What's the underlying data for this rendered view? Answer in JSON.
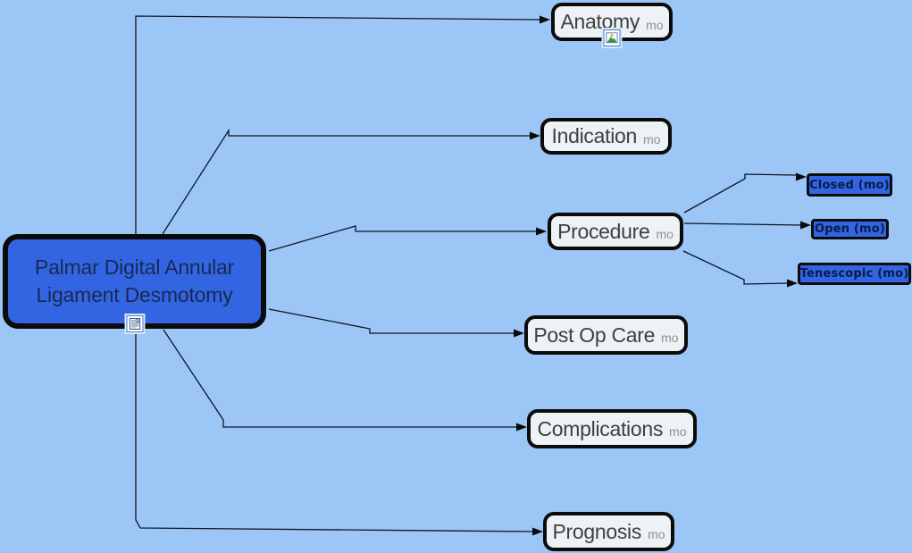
{
  "colors": {
    "background": "#9bc6f6",
    "root_fill": "#3365e3",
    "root_text": "#182a52",
    "node_fill": "#edf2f4",
    "node_text": "#3f3f3f",
    "suffix_text": "#8f8f8f",
    "subnode_fill": "#3365e3",
    "subnode_text": "#0a1c47",
    "edge_color": "#0e1526",
    "border_color": "#0b0b0b"
  },
  "root": {
    "line1": "Palmar Digital Annular",
    "line2": "Ligament Desmotomy",
    "icon": "note-icon"
  },
  "nodes": [
    {
      "label": "Anatomy",
      "suffix": "mo",
      "icon": "image-icon"
    },
    {
      "label": "Indication",
      "suffix": "mo"
    },
    {
      "label": "Procedure",
      "suffix": "mo"
    },
    {
      "label": "Post Op Care",
      "suffix": "mo"
    },
    {
      "label": "Complications",
      "suffix": "mo"
    },
    {
      "label": "Prognosis",
      "suffix": "mo"
    }
  ],
  "subnodes": [
    {
      "label": "Closed (mo)"
    },
    {
      "label": "Open (mo)"
    },
    {
      "label": "Tenescopic (mo)"
    }
  ]
}
